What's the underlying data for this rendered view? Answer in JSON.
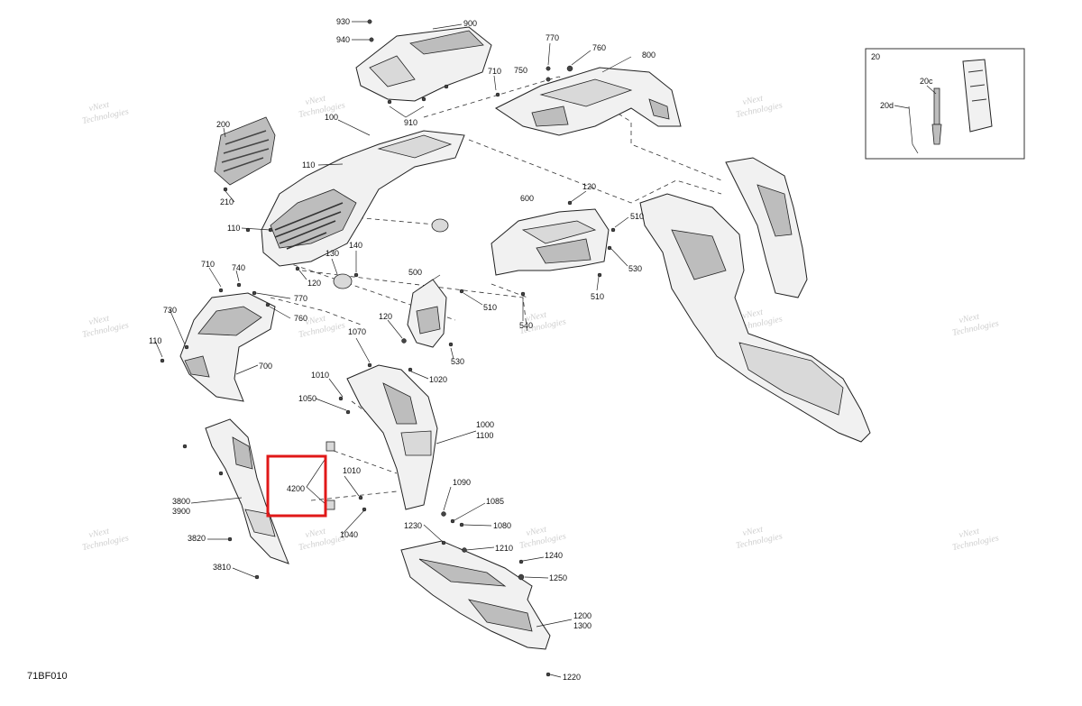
{
  "diagram": {
    "doc_id": "71BF010",
    "watermark_line1": "vNext",
    "watermark_line2": "Technologies",
    "highlight_label": "4200",
    "kit_label": "20",
    "callouts": [
      {
        "id": "c930",
        "text": "930"
      },
      {
        "id": "c940",
        "text": "940"
      },
      {
        "id": "c900",
        "text": "900"
      },
      {
        "id": "c910",
        "text": "910"
      },
      {
        "id": "c770a",
        "text": "770"
      },
      {
        "id": "c760a",
        "text": "760"
      },
      {
        "id": "c750",
        "text": "750"
      },
      {
        "id": "c710a",
        "text": "710"
      },
      {
        "id": "c800",
        "text": "800"
      },
      {
        "id": "c200",
        "text": "200"
      },
      {
        "id": "c100",
        "text": "100"
      },
      {
        "id": "c110a",
        "text": "110"
      },
      {
        "id": "c210",
        "text": "210"
      },
      {
        "id": "c110b",
        "text": "110"
      },
      {
        "id": "c600",
        "text": "600"
      },
      {
        "id": "c120a",
        "text": "120"
      },
      {
        "id": "c510a",
        "text": "510"
      },
      {
        "id": "c130",
        "text": "130"
      },
      {
        "id": "c140",
        "text": "140"
      },
      {
        "id": "c120b",
        "text": "120"
      },
      {
        "id": "c530a",
        "text": "530"
      },
      {
        "id": "c510b",
        "text": "510"
      },
      {
        "id": "c500",
        "text": "500"
      },
      {
        "id": "c510c",
        "text": "510"
      },
      {
        "id": "c540",
        "text": "540"
      },
      {
        "id": "c120c",
        "text": "120"
      },
      {
        "id": "c530b",
        "text": "530"
      },
      {
        "id": "c710b",
        "text": "710"
      },
      {
        "id": "c740",
        "text": "740"
      },
      {
        "id": "c770b",
        "text": "770"
      },
      {
        "id": "c760b",
        "text": "760"
      },
      {
        "id": "c730",
        "text": "730"
      },
      {
        "id": "c110c",
        "text": "110"
      },
      {
        "id": "c700",
        "text": "700"
      },
      {
        "id": "c1070",
        "text": "1070"
      },
      {
        "id": "c1010a",
        "text": "1010"
      },
      {
        "id": "c1020",
        "text": "1020"
      },
      {
        "id": "c1050",
        "text": "1050"
      },
      {
        "id": "c1000",
        "text": "1000"
      },
      {
        "id": "c1100",
        "text": "1100"
      },
      {
        "id": "c1010b",
        "text": "1010"
      },
      {
        "id": "c1090",
        "text": "1090"
      },
      {
        "id": "c1085",
        "text": "1085"
      },
      {
        "id": "c1080",
        "text": "1080"
      },
      {
        "id": "c1040",
        "text": "1040"
      },
      {
        "id": "c3800",
        "text": "3800"
      },
      {
        "id": "c3900",
        "text": "3900"
      },
      {
        "id": "c3820",
        "text": "3820"
      },
      {
        "id": "c3810",
        "text": "3810"
      },
      {
        "id": "c1230",
        "text": "1230"
      },
      {
        "id": "c1210",
        "text": "1210"
      },
      {
        "id": "c1240",
        "text": "1240"
      },
      {
        "id": "c1250",
        "text": "1250"
      },
      {
        "id": "c1200",
        "text": "1200"
      },
      {
        "id": "c1300",
        "text": "1300"
      },
      {
        "id": "c1220",
        "text": "1220"
      },
      {
        "id": "c20c",
        "text": "20c"
      },
      {
        "id": "c20d",
        "text": "20d"
      }
    ]
  }
}
